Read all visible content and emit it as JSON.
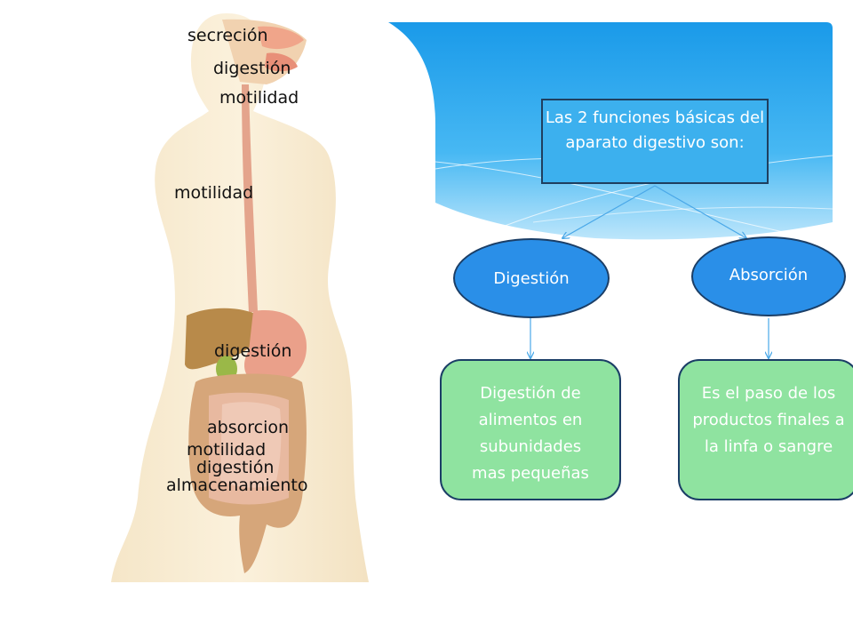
{
  "anatomy": {
    "labels": [
      "secreción",
      "digestión",
      "motilidad",
      "motilidad",
      "digestión",
      "absorcion",
      "motilidad",
      "digestión",
      "almacenamiento"
    ]
  },
  "diagram": {
    "title": "Las 2 funciones básicas del aparato digestivo son:",
    "nodes": [
      {
        "label": "Digestión",
        "description": "Digestión de alimentos en subunidades mas pequeñas"
      },
      {
        "label": "Absorción",
        "description": "Es el paso de los productos finales a la linfa o sangre"
      }
    ]
  },
  "colors": {
    "title_box": "#3cb0ee",
    "ellipse": "#2a8fe8",
    "green_box": "#8fe3a0",
    "sky": "#2aa6ee",
    "connector": "#4aa8e8"
  }
}
